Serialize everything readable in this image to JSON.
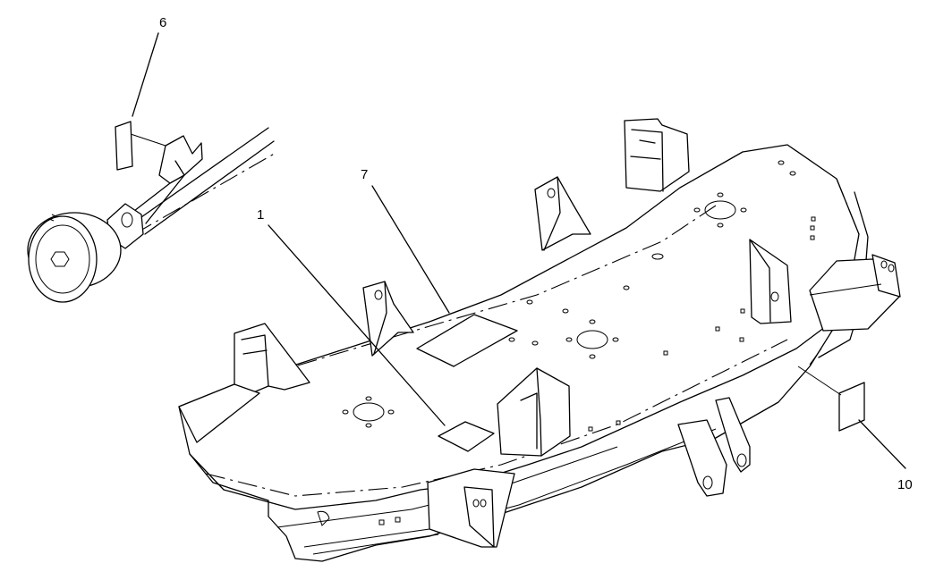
{
  "callouts": [
    {
      "id": "callout-1",
      "label": "1"
    },
    {
      "id": "callout-6",
      "label": "6"
    },
    {
      "id": "callout-7",
      "label": "7"
    },
    {
      "id": "callout-10",
      "label": "10"
    }
  ]
}
